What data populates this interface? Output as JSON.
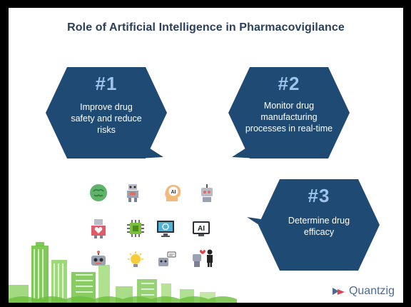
{
  "title": "Role of Artificial Intelligence in Pharmacovigilance",
  "items": [
    {
      "number": "#1",
      "text": "Improve drug\nsafety and reduce\nrisks"
    },
    {
      "number": "#2",
      "text": "Monitor drug\nmanufacturing\nprocesses in real-time"
    },
    {
      "number": "#3",
      "text": "Determine drug\nefficacy"
    }
  ],
  "icons": {
    "ai_head_label": "AI",
    "ai_screen_label": "AI"
  },
  "brand": {
    "name": "Quantzig"
  },
  "colors": {
    "hexagon": "#1f4a73",
    "number": "#9fc3ea",
    "title": "#2a3f5c",
    "city": "#6bbf3a",
    "brand": "#4b6a9c"
  }
}
